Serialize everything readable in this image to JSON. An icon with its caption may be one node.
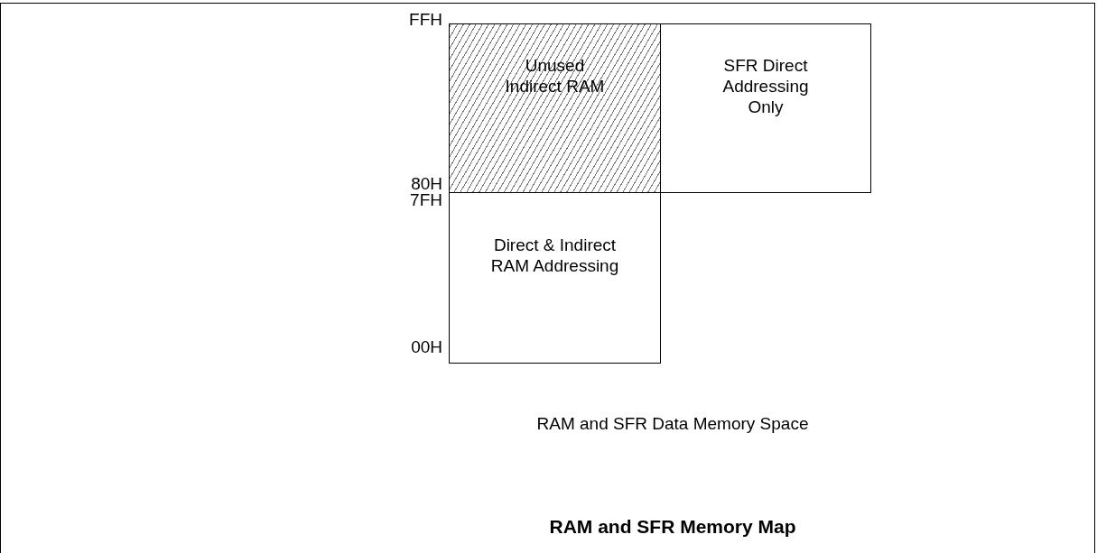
{
  "diagram": {
    "caption": "RAM and SFR Memory Map",
    "nodes": [
      {
        "text": [
          "Unused Indirect RAM"
        ]
      },
      {
        "text": [
          "SFR Direct Addressing Only"
        ]
      },
      {
        "text": [
          "Direct & Indirect RAM Addressing"
        ]
      }
    ],
    "labels": [
      "FFH",
      "80H",
      "7FH",
      "00H",
      "RAM and SFR Data Memory Space"
    ]
  }
}
